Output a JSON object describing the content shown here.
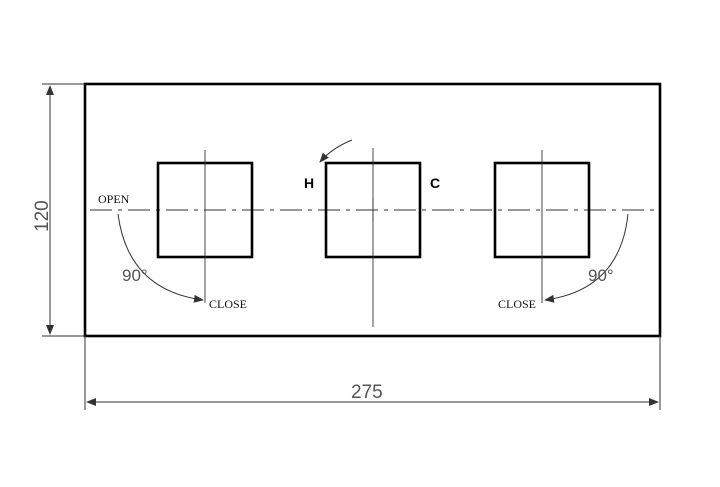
{
  "dimensions": {
    "height": "120",
    "width": "275"
  },
  "labels": {
    "open": "OPEN",
    "close_left": "CLOSE",
    "close_right": "CLOSE",
    "hot": "H",
    "cold": "C",
    "angle_left": "90°",
    "angle_right": "90°"
  },
  "colors": {
    "outline": "#000000",
    "dimension": "#555555"
  },
  "icons": {
    "rotation_arrow": "curved-arrow-counterclockwise"
  }
}
